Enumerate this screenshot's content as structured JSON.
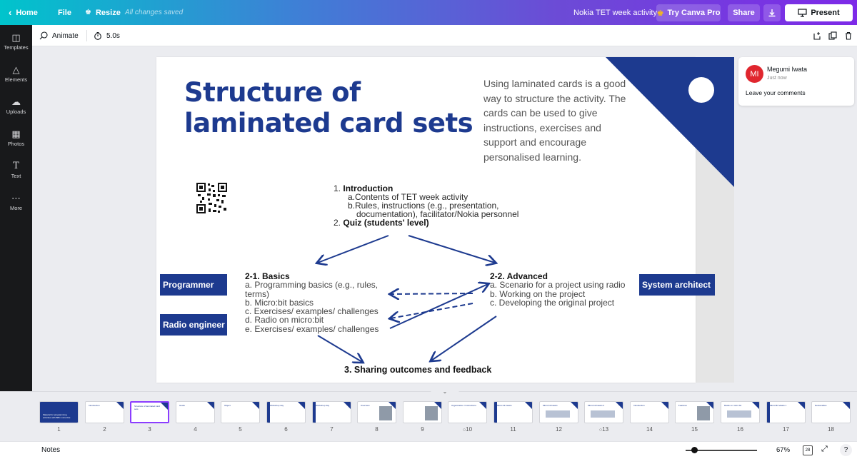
{
  "topbar": {
    "home": "Home",
    "file": "File",
    "resize": "Resize",
    "saved": "All changes saved",
    "doc_title": "Nokia TET week activity",
    "try_pro": "Try Canva Pro",
    "share": "Share",
    "present": "Present"
  },
  "rail": {
    "items": [
      {
        "label": "Templates",
        "icon": "templates-icon"
      },
      {
        "label": "Elements",
        "icon": "elements-icon"
      },
      {
        "label": "Uploads",
        "icon": "uploads-icon"
      },
      {
        "label": "Photos",
        "icon": "photos-icon"
      },
      {
        "label": "Text",
        "icon": "text-icon"
      },
      {
        "label": "More",
        "icon": "more-icon"
      }
    ]
  },
  "toolbar": {
    "animate": "Animate",
    "duration": "5.0s"
  },
  "slide": {
    "title_line1": "Structure of",
    "title_line2": "laminated card sets",
    "intro": "Using laminated cards is a good way to structure the activity. The cards can be used to give instructions, exercises and support and encourage personalised learning.",
    "list": {
      "n1": "1.",
      "item1": "Introduction",
      "a_mark": "a.",
      "a_text": "Contents of TET week activity",
      "b_mark": "b.",
      "b_text1": "Rules, instructions (e.g., presentation,",
      "b_text2": "documentation), facilitator/Nokia personnel",
      "n2": "2.",
      "item2": "Quiz (students' level)"
    },
    "basics": {
      "header": "2-1. Basics",
      "lines": [
        "a. Programming basics (e.g., rules,",
        "terms)",
        "b. Micro:bit basics",
        "c. Exercises/ examples/ challenges",
        "d. Radio on micro:bit",
        "e. Exercises/ examples/ challenges"
      ]
    },
    "advanced": {
      "header": "2-2. Advanced",
      "lines": [
        "a. Scenario for a project using radio",
        "b. Working on the project",
        "c. Developing the original project"
      ]
    },
    "sharing": "3. Sharing outcomes and feedback",
    "roles": {
      "programmer": "Programmer",
      "radio_engineer": "Radio engineer",
      "system_architect": "System architect"
    },
    "colors": {
      "brand": "#1d3a8f"
    }
  },
  "comment": {
    "initials": "MI",
    "name": "Megumi Iwata",
    "time": "Just now",
    "text": "Leave your comments"
  },
  "filmstrip": {
    "pages": [
      {
        "num": "1",
        "title": "Material for programming activities with BBC micro:bits"
      },
      {
        "num": "2",
        "title": "Introduction"
      },
      {
        "num": "3",
        "title": "Structure of laminated card sets"
      },
      {
        "num": "4",
        "title": "Goals"
      },
      {
        "num": "5",
        "title": "Object"
      },
      {
        "num": "6",
        "title": "Workshop day"
      },
      {
        "num": "7",
        "title": "Workshop day"
      },
      {
        "num": "8",
        "title": "Overview"
      },
      {
        "num": "9",
        "title": ""
      },
      {
        "num": "10",
        "title": "Organization / Instructions",
        "comments": true
      },
      {
        "num": "11",
        "title": "Micro:bit basics"
      },
      {
        "num": "12",
        "title": "Micro:bit basics"
      },
      {
        "num": "13",
        "title": "Micro:bit basics 2",
        "comments": true
      },
      {
        "num": "14",
        "title": "Introduction"
      },
      {
        "num": "15",
        "title": "Features"
      },
      {
        "num": "16",
        "title": "Radio on micro:bit"
      },
      {
        "num": "17",
        "title": "Micro:Bit Vaatio 1"
      },
      {
        "num": "18",
        "title": "Deliverables"
      }
    ]
  },
  "bottombar": {
    "notes": "Notes",
    "zoom": "67%",
    "zoom_level": 0.12,
    "page_count": "28"
  }
}
